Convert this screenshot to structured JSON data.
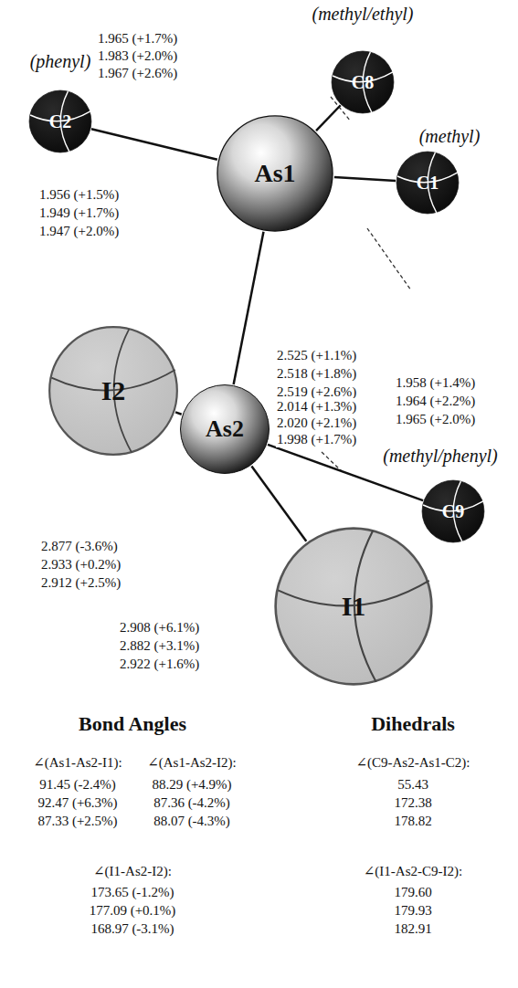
{
  "diagram": {
    "nodes": [
      {
        "text": [
          "C8"
        ]
      },
      {
        "text": [
          "C2"
        ]
      },
      {
        "text": [
          "As1"
        ]
      },
      {
        "text": [
          "C1"
        ]
      },
      {
        "text": [
          "I2"
        ]
      },
      {
        "text": [
          "As2"
        ]
      },
      {
        "text": [
          "C9"
        ]
      },
      {
        "text": [
          "I1"
        ]
      }
    ],
    "edges": [
      {
        "from": 2,
        "to": 1,
        "arrow": "none"
      },
      {
        "from": 2,
        "to": 0,
        "arrow": "none"
      },
      {
        "from": 2,
        "to": 3,
        "arrow": "none"
      },
      {
        "from": 2,
        "to": 5,
        "arrow": "none"
      },
      {
        "from": 5,
        "to": 4,
        "arrow": "none"
      },
      {
        "from": 5,
        "to": 6,
        "arrow": "none"
      },
      {
        "from": 5,
        "to": 7,
        "arrow": "none"
      }
    ],
    "labels": [
      "(methyl/ethyl)",
      "(phenyl)",
      "(methyl)",
      "(methyl/phenyl)",
      "1.965 (+1.7%)",
      "1.983 (+2.0%)",
      "1.967 (+2.6%)",
      "1.956 (+1.5%)",
      "1.949 (+1.7%)",
      "1.947 (+2.0%)",
      "2.525 (+1.1%)",
      "2.518 (+1.8%)",
      "2.519 (+2.6%)",
      "1.958 (+1.4%)",
      "1.964 (+2.2%)",
      "1.965 (+2.0%)",
      "2.014 (+1.3%)",
      "2.020 (+2.1%)",
      "1.998 (+1.7%)",
      "2.877 (-3.6%)",
      "2.933 (+0.2%)",
      "2.912 (+2.5%)",
      "2.908 (+6.1%)",
      "2.882 (+3.1%)",
      "2.922 (+1.6%)",
      "Bond Angles",
      "Dihedrals",
      "∠(As1-As2-I1):",
      "91.45 (-2.4%)",
      "92.47 (+6.3%)",
      "87.33 (+2.5%)",
      "∠(As1-As2-I2):",
      "88.29 (+4.9%)",
      "87.36 (-4.2%)",
      "88.07 (-4.3%)",
      "∠(C9-As2-As1-C2):",
      "55.43",
      "172.38",
      "178.82",
      "∠(I1-As2-I2):",
      "173.65 (-1.2%)",
      "177.09 (+0.1%)",
      "168.97 (-3.1%)",
      "∠(I1-As2-C9-I2):",
      "179.60",
      "179.93",
      "182.91"
    ]
  }
}
